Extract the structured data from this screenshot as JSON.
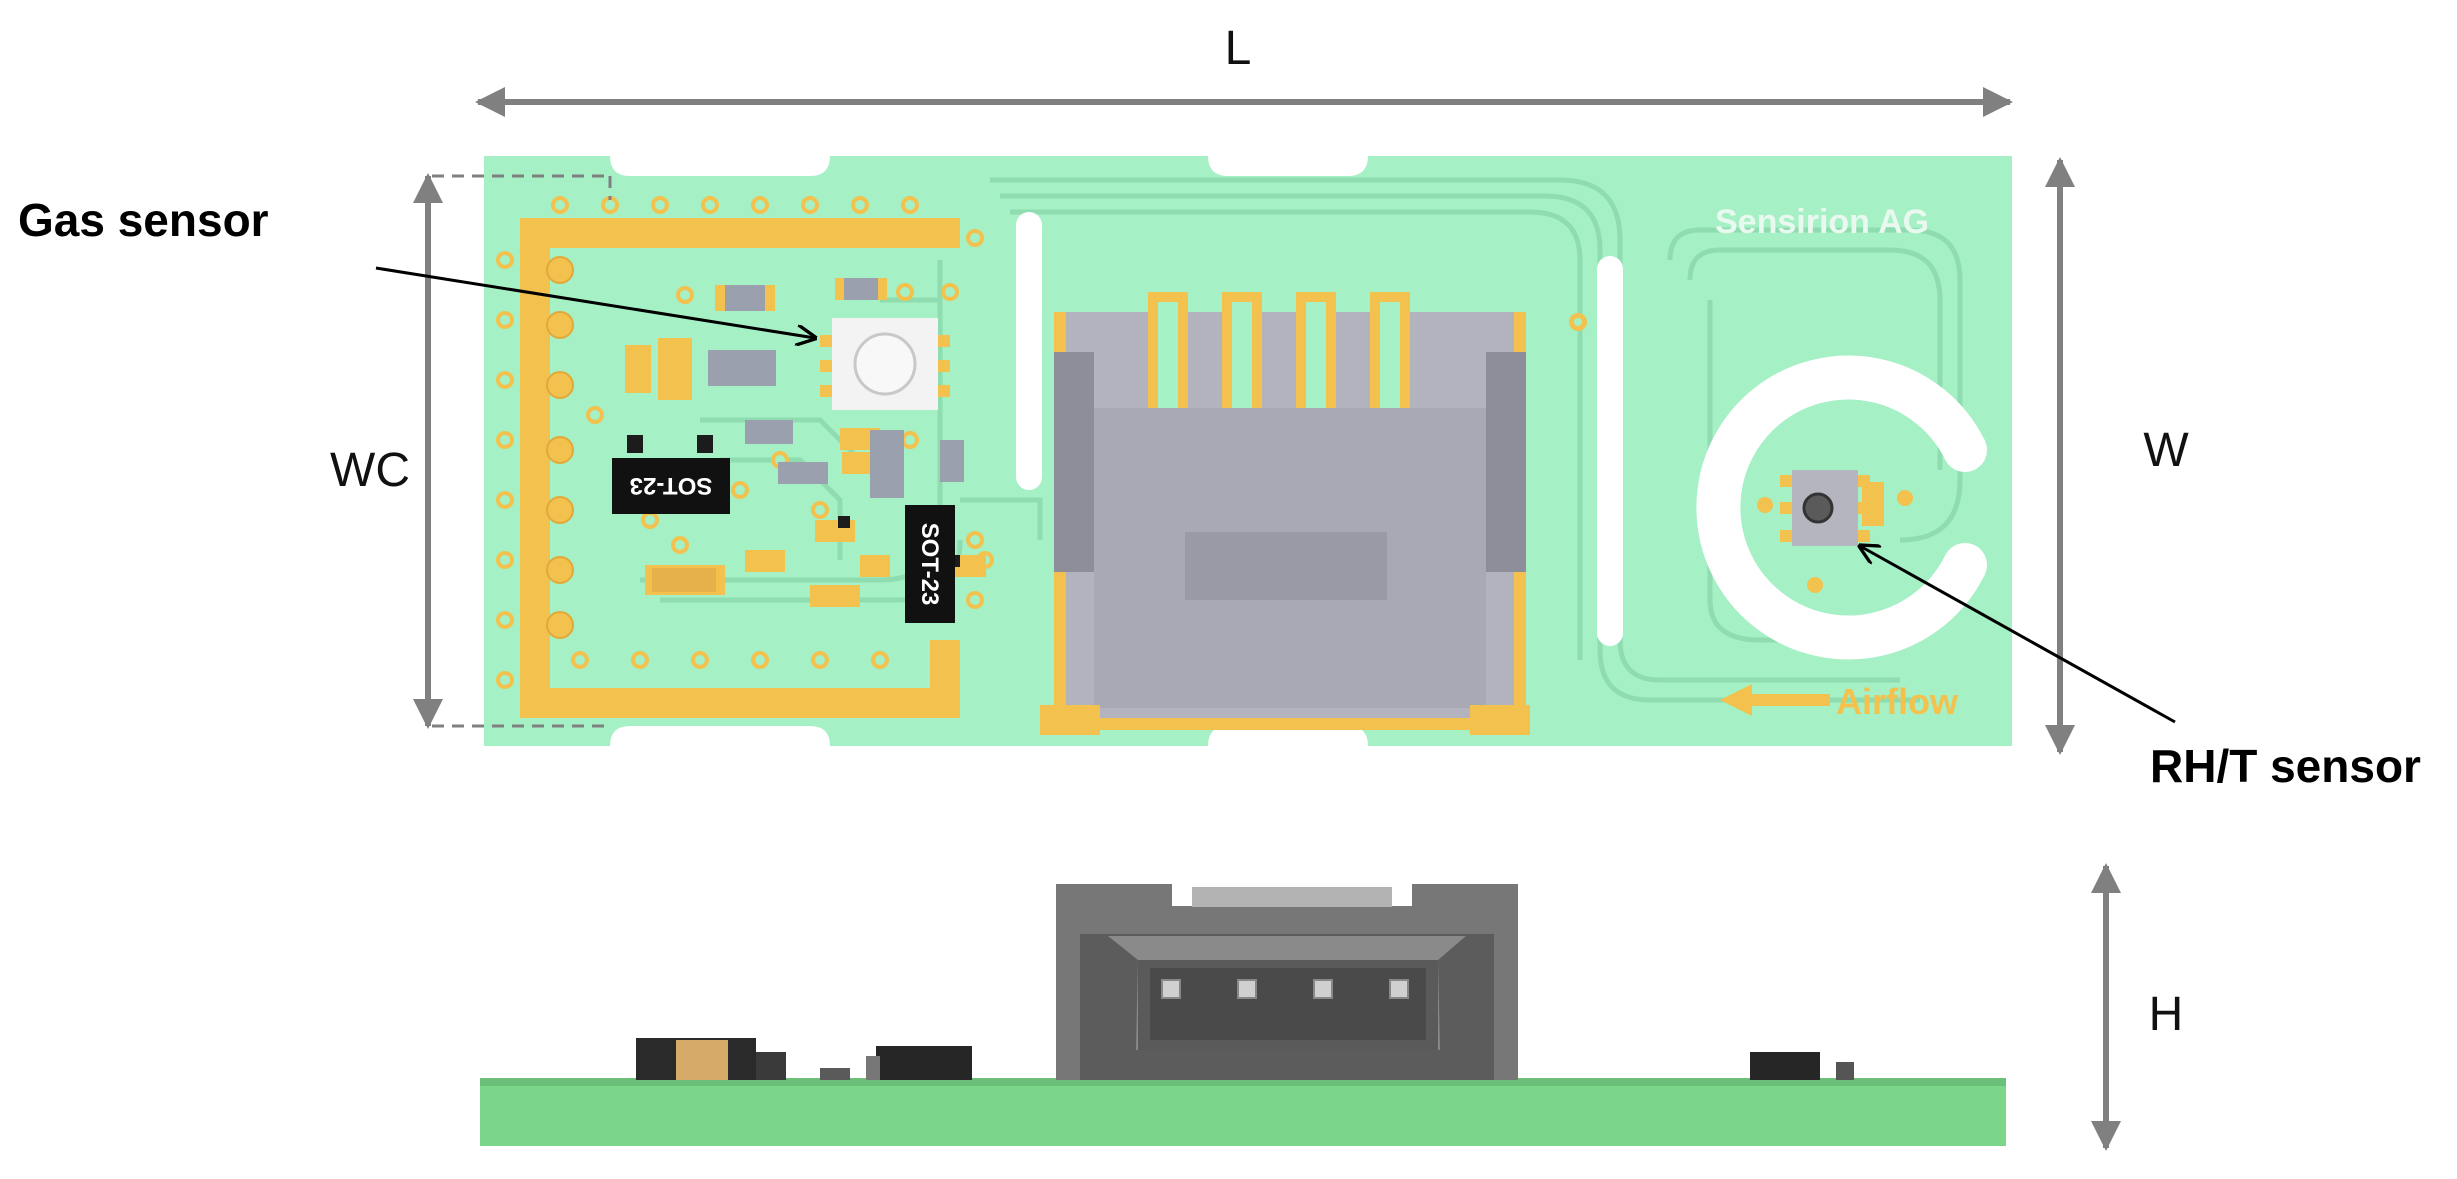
{
  "dimensions": {
    "length": "L",
    "width": "W",
    "width_cut": "WC",
    "height": "H"
  },
  "callouts": {
    "gas_sensor": "Gas sensor",
    "rht_sensor": "RH/T sensor"
  },
  "pcb_markings": {
    "brand": "Sensirion AG",
    "airflow": "Airflow",
    "chip_a": "SOT-23",
    "chip_b": "SOT-23"
  },
  "colors": {
    "pcb": "#a6f0c6",
    "trace": "#8fdcb0",
    "gold": "#f2c14e",
    "connector": "#a9a9b5",
    "dimension_arrow": "#808080",
    "side_board": "#7cd68a"
  }
}
